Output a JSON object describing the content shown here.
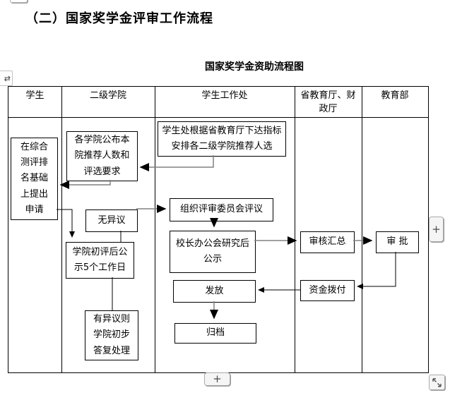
{
  "document": {
    "section_title": "（二）国家奖学金评审工作流程",
    "chart_title": "国家奖学金资助流程图"
  },
  "table": {
    "headers": [
      "学生",
      "二级学院",
      "学生工作处",
      "省教育厅、财\n政厅",
      "教育部"
    ]
  },
  "flowchart": {
    "nodes": {
      "apply": "在综合\n测评排\n名基础\n上提出\n申请",
      "college_announce": "各学院公布本\n院推荐人数和\n评选要求",
      "office_assign": "学生处根据省教育厅下达指标\n安排各二级学院推荐人选",
      "no_objection": "无异议",
      "committee_review": "组织评审委员会评议",
      "college_publicize": "学院初评后公\n示5个工作日",
      "president_meeting": "校长办公会研究后\n公示",
      "audit_summary": "审核汇总",
      "approve": "审  批",
      "grant": "发放",
      "fund_transfer": "资金拨付",
      "objection": "有异议则\n学院初步\n答复处理",
      "archive": "归档"
    }
  },
  "controls": {
    "add_row_button_label": "+",
    "add_column_button_label": "+",
    "move_handle_glyph": "⇄"
  },
  "colors": {
    "connector_gray": "#808080",
    "line_black": "#000000"
  }
}
